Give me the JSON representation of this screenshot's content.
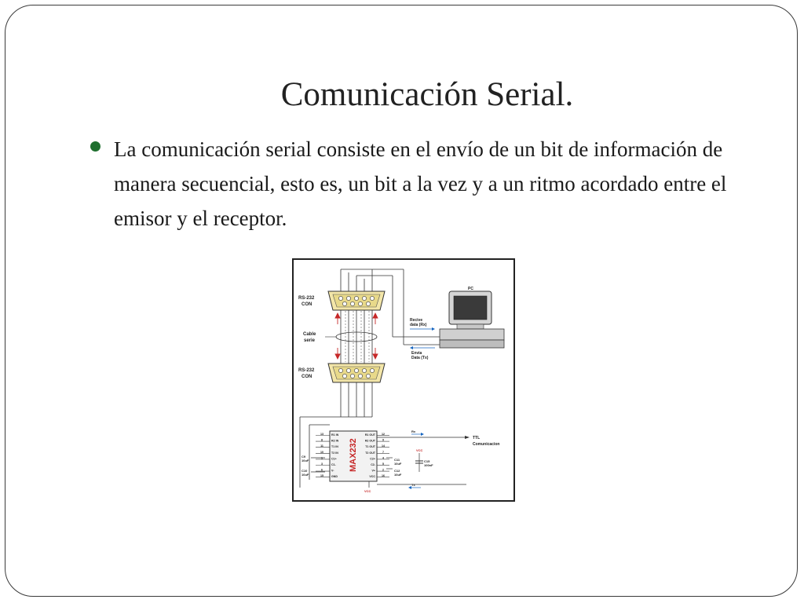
{
  "slide": {
    "title": "Comunicación Serial.",
    "bullets": [
      "La comunicación serial consiste en el envío de un bit de información de manera secuencial, esto es, un bit a la vez y a un ritmo acordado entre el emisor y el receptor."
    ],
    "accent_color": "#1f6f2e"
  },
  "diagram": {
    "labels": {
      "rs232_top": "RS-232",
      "con_top": "CON",
      "cable_line1": "Cable",
      "cable_line2": "serie",
      "rs232_bottom": "RS-232",
      "con_bottom": "CON",
      "pc": "PC",
      "recive_line1": "Recive",
      "recive_line2": "data (Rx)",
      "envia_line1": "Envia",
      "envia_line2": "Data (Tx)",
      "chip": "MAX232",
      "ttl_line1": "TTL",
      "ttl_line2": "Comunicacion",
      "vcc_top": "VCC",
      "vcc_bottom": "VCC",
      "rx": "Rx",
      "tx": "Tx",
      "c9": "C9",
      "c9_val": "10uF",
      "c10": "C10",
      "c10_val": "10uF",
      "c11": "C11",
      "c11_val": "10uF",
      "c12": "C12",
      "c12_val": "10uF",
      "c15": "C15",
      "c15_val": "100nF"
    },
    "chip_pins_left": [
      "R1 IN",
      "R2 IN",
      "T1 IN",
      "T2 IN",
      "C1+",
      "C1-",
      "V-",
      "GND"
    ],
    "chip_pins_right": [
      "R1 OUT",
      "R2 OUT",
      "T1 OUT",
      "T2 OUT",
      "C2+",
      "C2-",
      "V+",
      "VCC"
    ],
    "pin_numbers_left": [
      "13",
      "8",
      "11",
      "10",
      "1",
      "3",
      "6",
      "15"
    ],
    "pin_numbers_right": [
      "12",
      "9",
      "14",
      "7",
      "4",
      "5",
      "2",
      "16"
    ]
  }
}
